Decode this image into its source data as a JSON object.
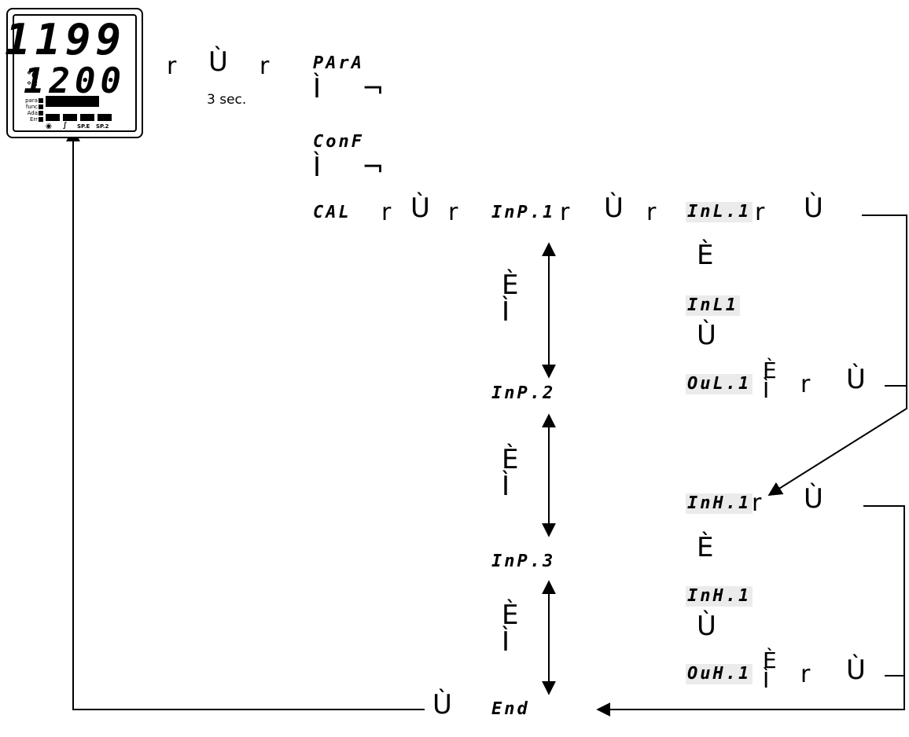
{
  "device": {
    "pv": "1199",
    "sv": "1200",
    "unit_c": "°C",
    "unit_f": "°F",
    "indicators": [
      "para",
      "func",
      "Ada",
      "Err"
    ],
    "bottom_labels": [
      "SP.E",
      "SP.2"
    ]
  },
  "flow": {
    "r": "r",
    "arrow_right": "Ù",
    "arrow_up": "È",
    "arrow_down": "Ì",
    "corner": "¬",
    "hold_note": "3 sec.",
    "para": "PArA",
    "conf": "ConF",
    "cal": "CAL",
    "inp1": "InP.1",
    "inp2": "InP.2",
    "inp3": "InP.3",
    "end": "End",
    "inl1_param": "InL.1",
    "inl1_value": "InL1",
    "oul1": "OuL.1",
    "inh1_param": "InH.1",
    "inh1_value": "InH.1",
    "ouh1": "OuH.1"
  }
}
